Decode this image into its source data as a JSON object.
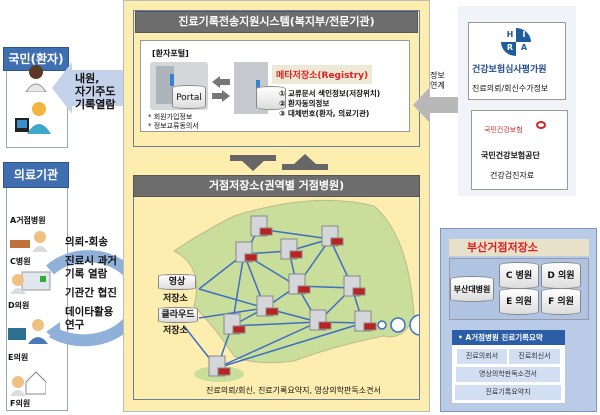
{
  "citizen": {
    "header": "국민(환자)",
    "arrow_text": [
      "내원,",
      "자기주도",
      "기록열람"
    ]
  },
  "medical": {
    "header": "의료기관",
    "institutions": [
      "A거점병원",
      "C병원",
      "D의원",
      "E의원",
      "F의원"
    ],
    "cycle_text": [
      "의뢰-회송",
      "진료시 과거",
      "기록 열람",
      "기관간 협진",
      "데이타활용",
      "연구"
    ]
  },
  "system": {
    "title": "진료기록전송지원시스템(복지부/전문기관)",
    "portal_label": "[환자포털]",
    "portal_db": "Portal",
    "portal_notes": [
      "* 회원가입정보",
      "* 정보교류동의서"
    ],
    "registry_title": "메타저장소(Registry)",
    "registry_items": [
      "① 교류문서 색인정보(저장위치)",
      "② 환자동의정보",
      "③ 대체번호(환자, 의료기관)"
    ],
    "link_label": [
      "정보",
      "연계"
    ]
  },
  "hub": {
    "title": "거점저장소(권역별 거점병원)",
    "image_store": [
      "영상",
      "저장소"
    ],
    "cloud_store": [
      "클라우드",
      "저장소"
    ],
    "caption": "진료의뢰/회신, 진료기록요약지, 영상의학판독소견서"
  },
  "external": {
    "hira_logo": [
      "H",
      "I",
      "R",
      "A"
    ],
    "hira_name": "건강보험심사평가원",
    "hira_data": "진료의뢰/회신수가정보",
    "nhis_logo": "국민건강보험",
    "nhis_name": "국민건강보험공단",
    "nhis_data": "건강검진자료"
  },
  "busan": {
    "title": "부산거점저장소",
    "stores": [
      "부산대병원",
      "C 병원",
      "D 의원",
      "E 의원",
      "F 의원"
    ],
    "summary_title": "• A거점병원 진료기록요약",
    "summary_items": [
      "진료의뢰서",
      "진료회신서",
      "영상의학판독소견서",
      "진료기록요약지"
    ]
  }
}
